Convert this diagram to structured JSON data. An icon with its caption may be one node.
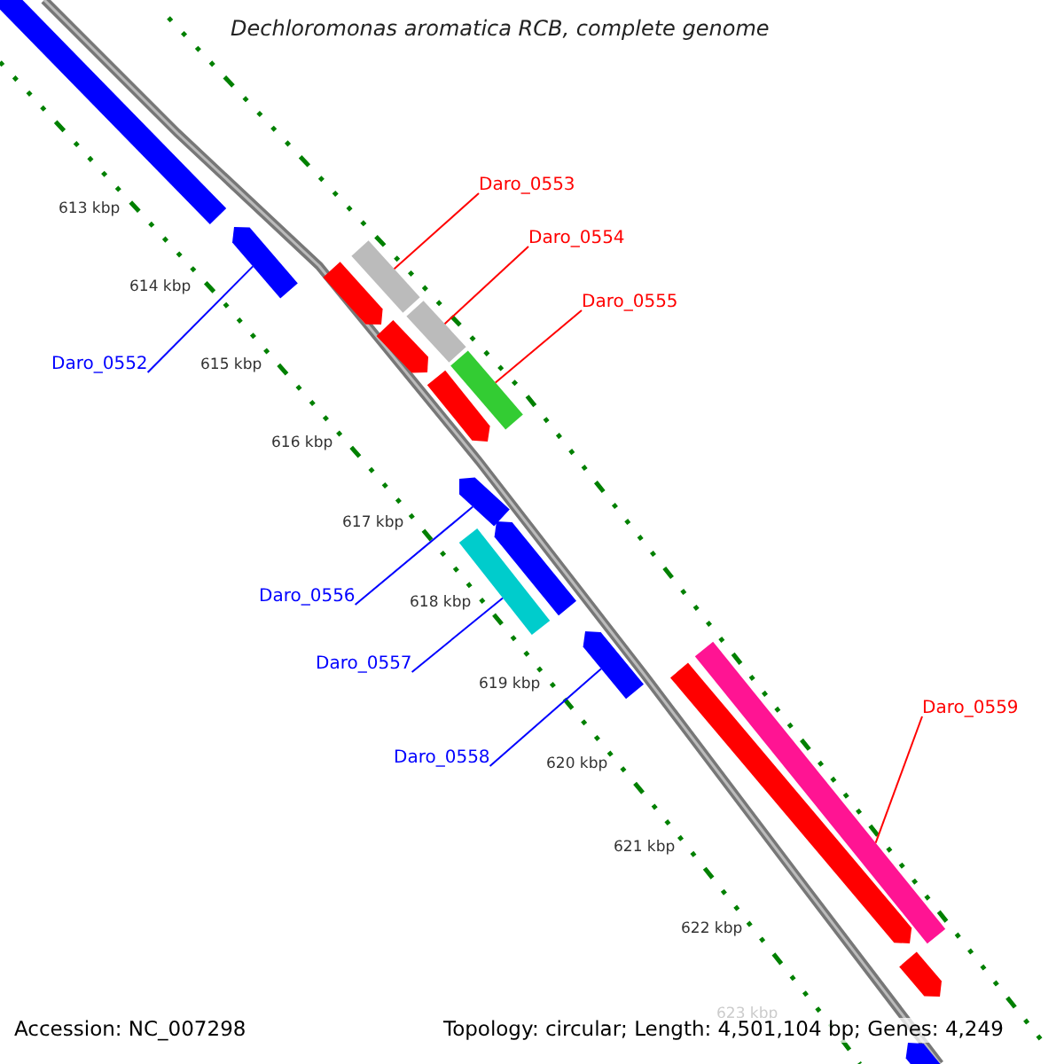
{
  "diagram": {
    "title": "Dechloromonas aromatica RCB, complete genome",
    "nodes": [
      {
        "text": [
          "Daro_0553"
        ]
      },
      {
        "text": [
          "Daro_0554"
        ]
      },
      {
        "text": [
          "Daro_0555"
        ]
      },
      {
        "text": [
          "Daro_0552"
        ]
      },
      {
        "text": [
          "Daro_0556"
        ]
      },
      {
        "text": [
          "Daro_0557"
        ]
      },
      {
        "text": [
          "Daro_0559"
        ]
      },
      {
        "text": [
          "Daro_0558"
        ]
      },
      {
        "text": [],
        "shape": "bar"
      },
      {
        "text": [],
        "shape": "bar"
      },
      {
        "text": [],
        "shape": "bar"
      },
      {
        "text": [],
        "shape": "bar"
      },
      {
        "text": [],
        "shape": "bar"
      },
      {
        "text": [],
        "shape": "bar"
      },
      {
        "text": [],
        "shape": "bar"
      },
      {
        "text": [],
        "shape": "bar"
      }
    ],
    "edges": [
      {
        "from": 3,
        "to": 8,
        "arrow": "none",
        "color": "#0000ff"
      },
      {
        "from": 0,
        "to": 9,
        "arrow": "none",
        "color": "#ff0000"
      },
      {
        "from": 1,
        "to": 10,
        "arrow": "none",
        "color": "#ff0000"
      },
      {
        "from": 2,
        "to": 11,
        "arrow": "none",
        "color": "#ff0000"
      },
      {
        "from": 4,
        "to": 12,
        "arrow": "none",
        "color": "#0000ff"
      },
      {
        "from": 5,
        "to": 13,
        "arrow": "none",
        "color": "#0000ff"
      },
      {
        "from": 7,
        "to": 14,
        "arrow": "none",
        "color": "#0000ff"
      },
      {
        "from": 6,
        "to": 15,
        "arrow": "none",
        "color": "#ff0000"
      }
    ],
    "labels": [
      "613 kbp",
      "614 kbp",
      "615 kbp",
      "616 kbp",
      "617 kbp",
      "618 kbp",
      "619 kbp",
      "620 kbp",
      "621 kbp",
      "622 kbp",
      "623 kbp",
      "Accession: NC_007298",
      "Topology: circular; Length: 4,501,104 bp; Genes: 4,249"
    ]
  }
}
